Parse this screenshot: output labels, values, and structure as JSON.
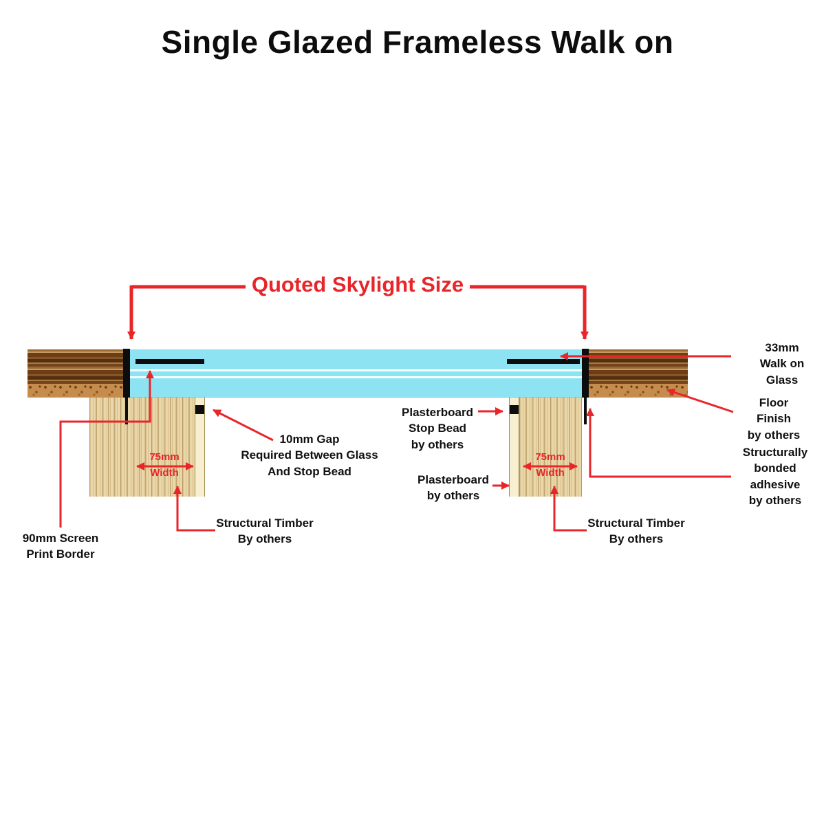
{
  "title": "Single Glazed Frameless Walk on",
  "annotations": {
    "quoted_skylight_size": "Quoted Skylight Size",
    "walk_on_glass": "33mm Walk on\nGlass",
    "floor_finish": "Floor Finish\nby others",
    "bonded_adhesive": "Structurally\nbonded\nadhesive\nby others",
    "gap_note": "10mm Gap\nRequired Between Glass\nAnd Stop Bead",
    "stop_bead": "Plasterboard\nStop Bead\nby others",
    "plasterboard": "Plasterboard\nby others",
    "screen_print_border": "90mm Screen\nPrint Border",
    "structural_timber_left": "Structural Timber\nBy others",
    "structural_timber_right": "Structural Timber\nBy others",
    "width_left": "75mm\nWidth",
    "width_right": "75mm\nWidth"
  },
  "colors": {
    "annotation_red": "#e8262a",
    "glass": "#8ee3f3",
    "timber": "#ead7a9",
    "plasterboard": "#f7efcf"
  }
}
